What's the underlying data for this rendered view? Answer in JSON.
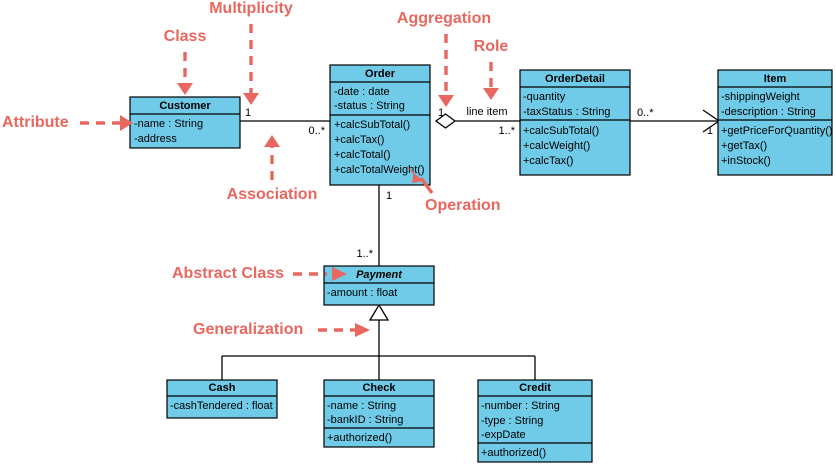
{
  "diagram": {
    "title": "UML Class Diagram",
    "colors": {
      "class_fill": "#6fcbe8",
      "class_stroke": "#000000",
      "annotation": "#e8675f",
      "background": "#ffffff"
    }
  },
  "classes": {
    "customer": {
      "name": "Customer",
      "abstract": false,
      "attributes": [
        "-name : String",
        "-address"
      ],
      "operations": []
    },
    "order": {
      "name": "Order",
      "abstract": false,
      "attributes": [
        "-date : date",
        "-status : String"
      ],
      "operations": [
        "+calcSubTotal()",
        "+calcTax()",
        "+calcTotal()",
        "+calcTotalWeight()"
      ]
    },
    "orderdetail": {
      "name": "OrderDetail",
      "abstract": false,
      "attributes": [
        "-quantity",
        "-taxStatus : String"
      ],
      "operations": [
        "+calcSubTotal()",
        "+calcWeight()",
        "+calcTax()"
      ]
    },
    "item": {
      "name": "Item",
      "abstract": false,
      "attributes": [
        "-shippingWeight",
        "-description : String"
      ],
      "operations": [
        "+getPriceForQuantity()",
        "+getTax()",
        "+inStock()"
      ]
    },
    "payment": {
      "name": "Payment",
      "abstract": true,
      "attributes": [
        "-amount : float"
      ],
      "operations": []
    },
    "cash": {
      "name": "Cash",
      "abstract": false,
      "attributes": [
        "-cashTendered : float"
      ],
      "operations": []
    },
    "check": {
      "name": "Check",
      "abstract": false,
      "attributes": [
        "-name : String",
        "-bankID : String"
      ],
      "operations": [
        "+authorized()"
      ]
    },
    "credit": {
      "name": "Credit",
      "abstract": false,
      "attributes": [
        "-number : String",
        "-type : String",
        "-expDate"
      ],
      "operations": [
        "+authorized()"
      ]
    }
  },
  "multiplicities": {
    "customer_order_left": "1",
    "customer_order_right": "0..*",
    "order_orderdetail_left": "1",
    "order_orderdetail_right": "1..*",
    "orderdetail_item_left": "0..*",
    "orderdetail_item_right": "1",
    "order_payment_top": "1",
    "order_payment_bottom": "1..*"
  },
  "roles": {
    "line_item": "line item"
  },
  "annotations": [
    {
      "id": "attribute",
      "label": "Attribute"
    },
    {
      "id": "class",
      "label": "Class"
    },
    {
      "id": "multiplicity",
      "label": "Multiplicity"
    },
    {
      "id": "aggregation",
      "label": "Aggregation"
    },
    {
      "id": "role",
      "label": "Role"
    },
    {
      "id": "association",
      "label": "Association"
    },
    {
      "id": "operation",
      "label": "Operation"
    },
    {
      "id": "abstract_class",
      "label": "Abstract Class"
    },
    {
      "id": "generalization",
      "label": "Generalization"
    }
  ]
}
